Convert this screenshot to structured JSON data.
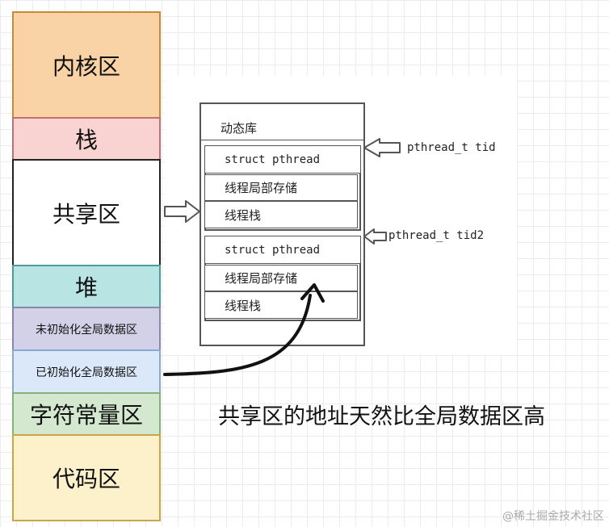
{
  "memory_layout": {
    "segments": [
      {
        "label": "内核区",
        "bg": "#f9d3a5",
        "border": "#c58a3e"
      },
      {
        "label": "栈",
        "bg": "#f8d3d1",
        "border": "#c07070"
      },
      {
        "label": "共享区",
        "bg": "#ffffff",
        "border": "#222222"
      },
      {
        "label": "堆",
        "bg": "#b8e4e4",
        "border": "#4f9a9a"
      },
      {
        "label": "未初始化全局数据区",
        "bg": "#d3d1e8",
        "border": "#8a86b3"
      },
      {
        "label": "已初始化全局数据区",
        "bg": "#dbe8f9",
        "border": "#8aa8d2"
      },
      {
        "label": "字符常量区",
        "bg": "#d3e8cf",
        "border": "#86b07e"
      },
      {
        "label": "代码区",
        "bg": "#fdf1cc",
        "border": "#c9a64a"
      }
    ]
  },
  "shared_library": {
    "title": "动态库",
    "threads": [
      {
        "pointer_label": "pthread_t tid",
        "cells": [
          "struct pthread",
          "线程局部存储",
          "线程栈"
        ]
      },
      {
        "pointer_label": "pthread_t tid2",
        "cells": [
          "struct pthread",
          "线程局部存储",
          "线程栈"
        ]
      }
    ]
  },
  "caption": "共享区的地址天然比全局数据区高",
  "watermark": "@稀土掘金技术社区"
}
